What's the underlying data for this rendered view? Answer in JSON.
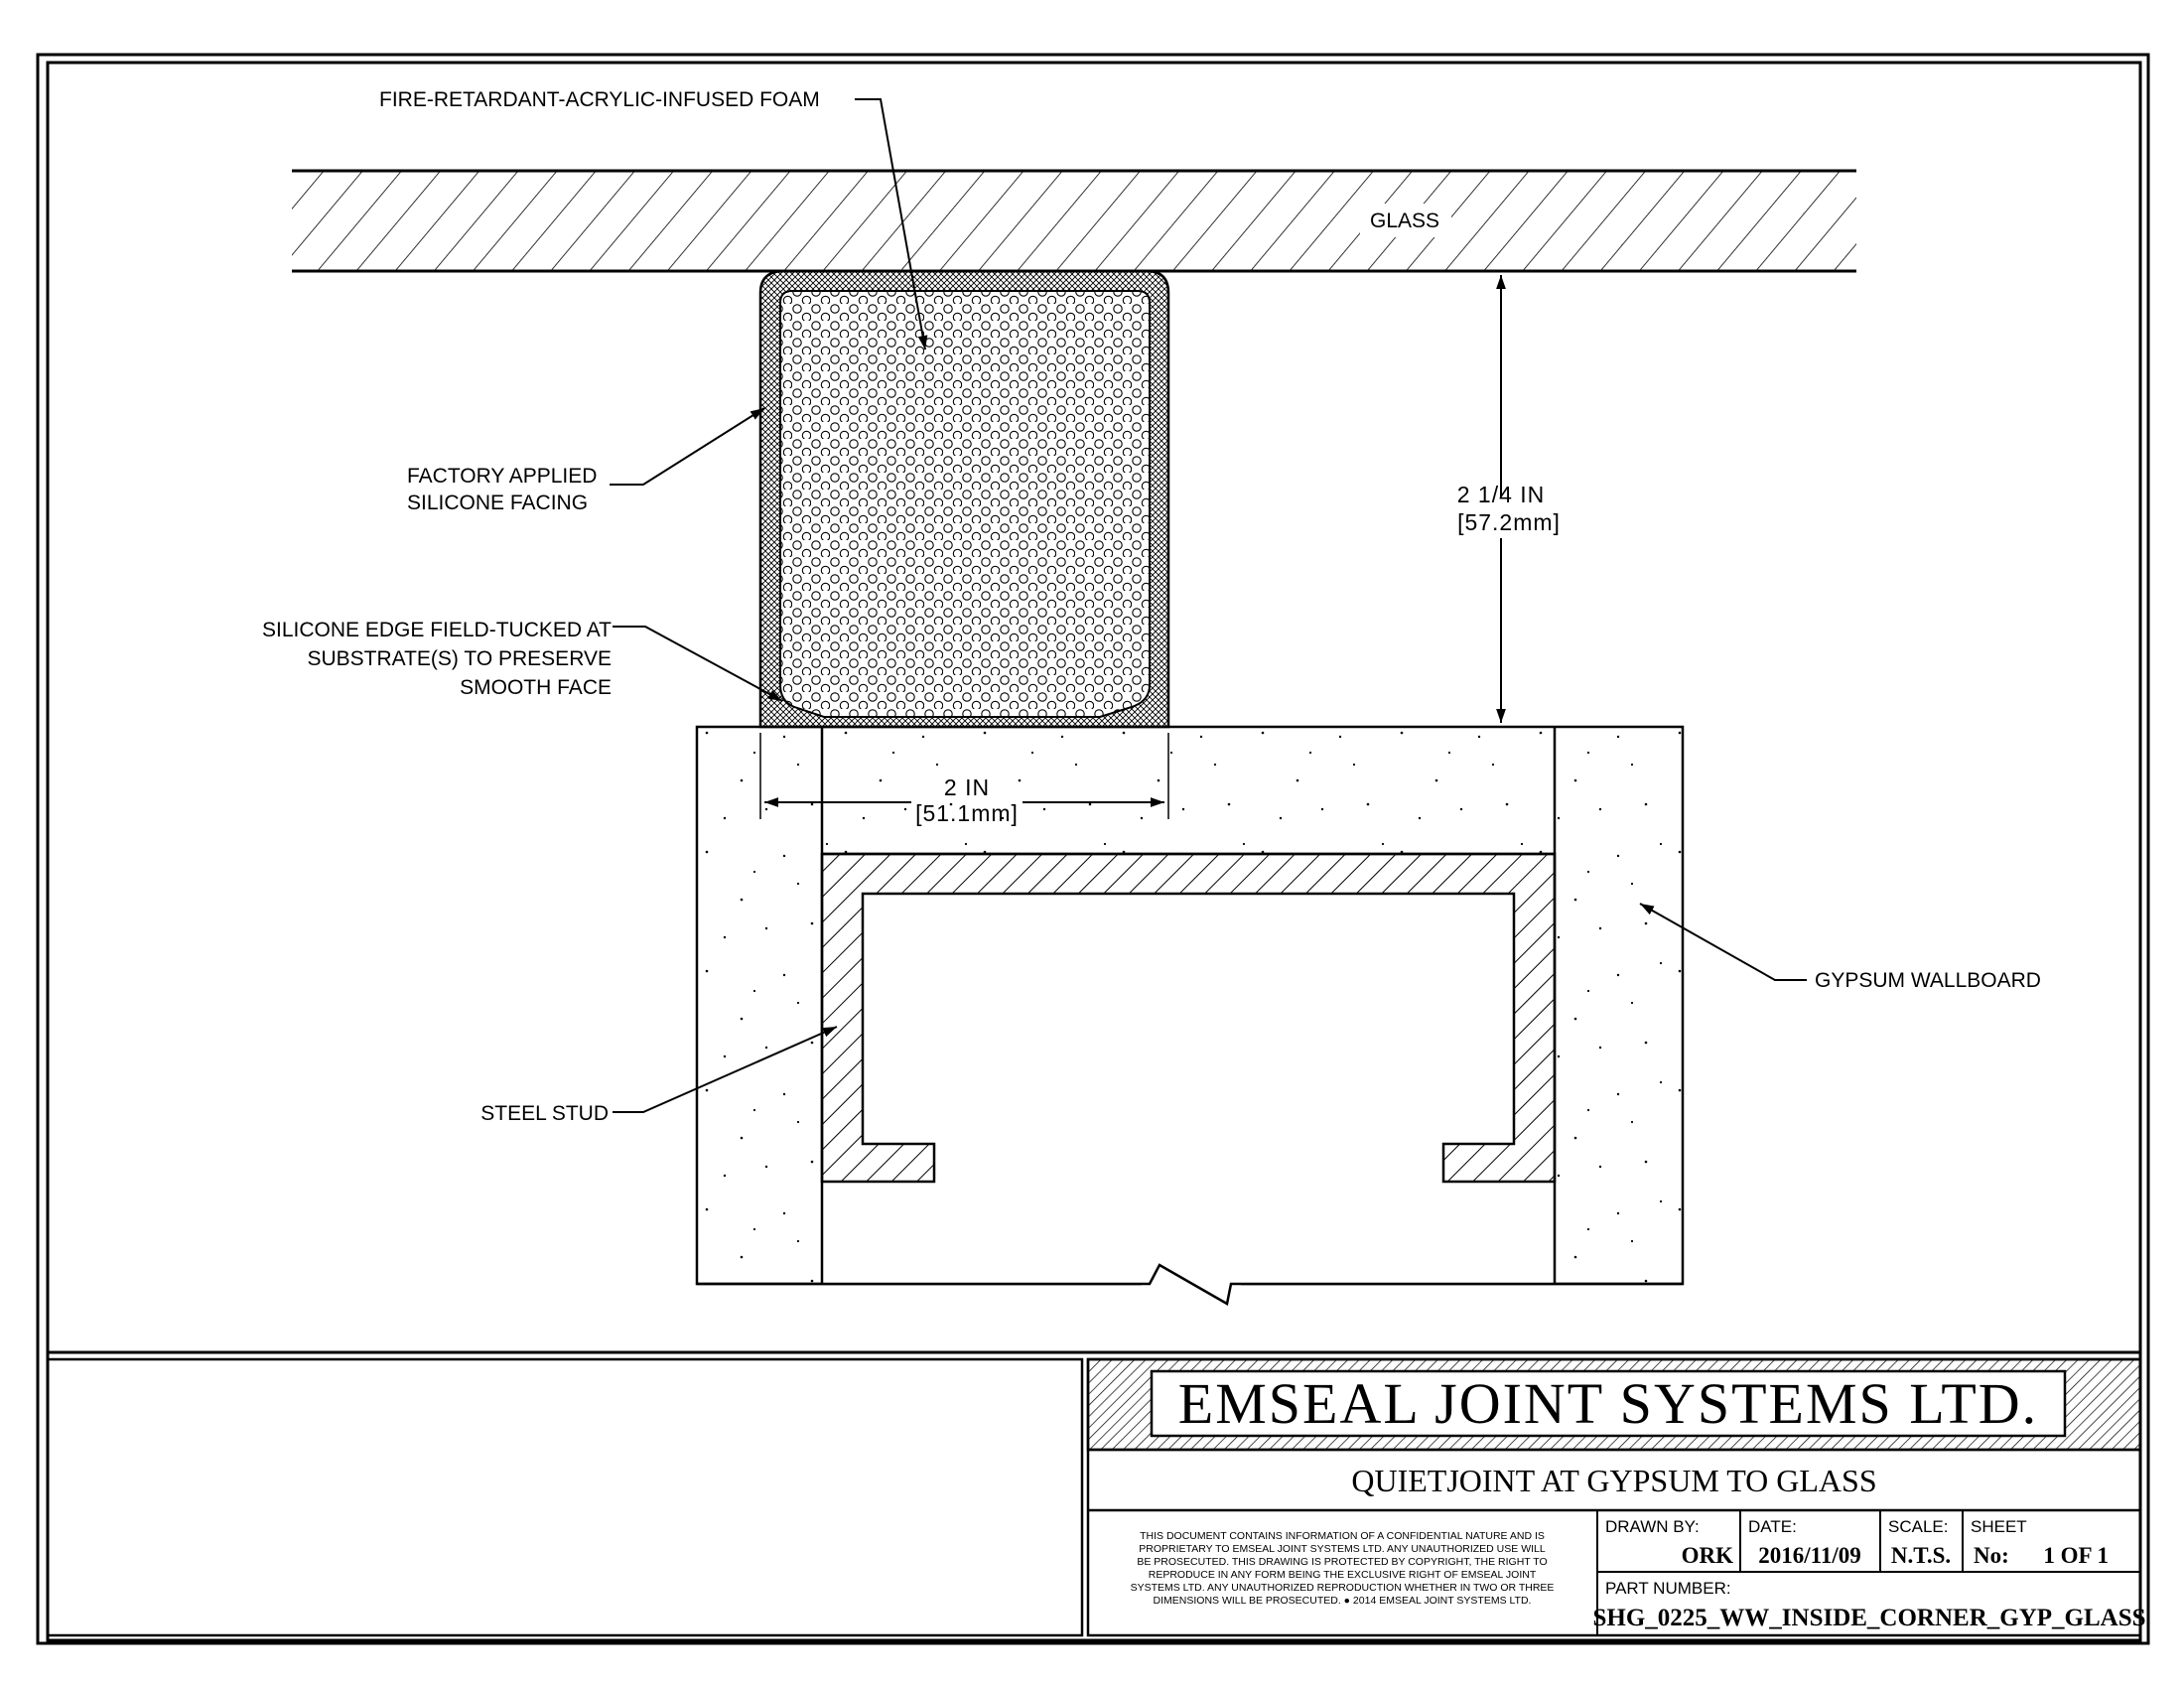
{
  "labels": {
    "foam": "FIRE-RETARDANT-ACRYLIC-INFUSED FOAM",
    "glass": "GLASS",
    "facing_line1": "FACTORY APPLIED",
    "facing_line2": "SILICONE FACING",
    "edge_line1": "SILICONE EDGE FIELD-TUCKED AT",
    "edge_line2": "SUBSTRATE(S) TO PRESERVE",
    "edge_line3": "SMOOTH FACE",
    "gypsum": "GYPSUM WALLBOARD",
    "stud": "STEEL STUD"
  },
  "dimensions": {
    "height_in": "2 1/4 IN",
    "height_mm": "[57.2mm]",
    "width_in": "2 IN",
    "width_mm": "[51.1mm]"
  },
  "title_block": {
    "company": "EMSEAL JOINT SYSTEMS LTD.",
    "drawing_title": "QUIETJOINT AT GYPSUM TO GLASS",
    "notice_lines": [
      "THIS DOCUMENT CONTAINS INFORMATION OF A CONFIDENTIAL NATURE AND IS",
      "PROPRIETARY TO EMSEAL JOINT SYSTEMS LTD. ANY UNAUTHORIZED USE WILL",
      "BE PROSECUTED. THIS DRAWING IS PROTECTED BY COPYRIGHT, THE RIGHT TO",
      "REPRODUCE IN ANY FORM BEING THE EXCLUSIVE RIGHT OF EMSEAL JOINT",
      "SYSTEMS LTD. ANY UNAUTHORIZED REPRODUCTION WHETHER IN TWO OR THREE",
      "DIMENSIONS WILL BE PROSECUTED. ● 2014 EMSEAL JOINT SYSTEMS LTD."
    ],
    "drawn_by_label": "DRAWN BY:",
    "drawn_by": "ORK",
    "date_label": "DATE:",
    "date": "2016/11/09",
    "scale_label": "SCALE:",
    "scale": "N.T.S.",
    "sheet_label": "SHEET",
    "sheet_no_label": "No:",
    "sheet": "1 OF 1",
    "part_number_label": "PART NUMBER:",
    "part_number": "SHG_0225_WW_INSIDE_CORNER_GYP_GLASS"
  }
}
